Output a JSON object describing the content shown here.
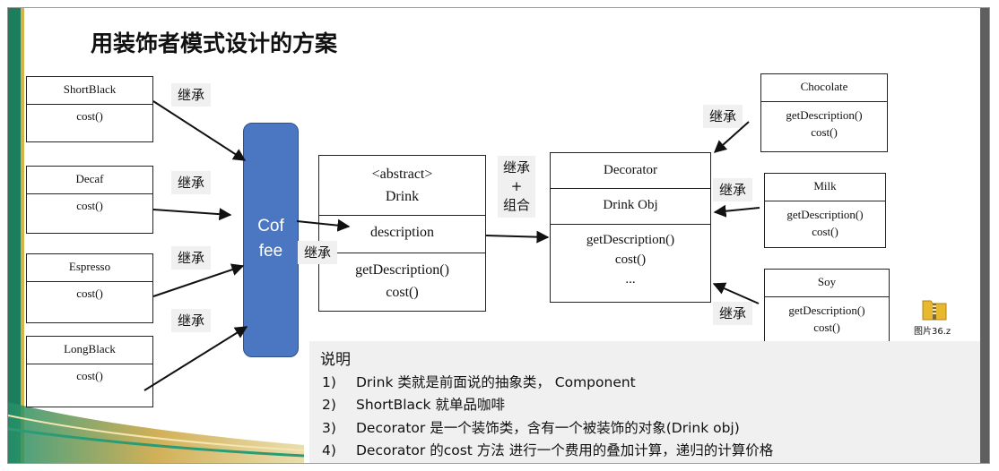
{
  "title": "用装饰者模式设计的方案",
  "left_classes": [
    {
      "name": "ShortBlack",
      "method": "cost()"
    },
    {
      "name": "Decaf",
      "method": "cost()"
    },
    {
      "name": "Espresso",
      "method": "cost()"
    },
    {
      "name": "LongBlack",
      "method": "cost()"
    }
  ],
  "inherit_label": "继承",
  "coffee": {
    "line1": "Cof",
    "line2": "fee"
  },
  "drink": {
    "stereotype": "<abstract>",
    "name": "Drink",
    "field": "description",
    "method1": "getDescription()",
    "method2": "cost()"
  },
  "inherit_combine": {
    "line1": "继承",
    "line2": "+",
    "line3": "组合"
  },
  "decorator": {
    "name": "Decorator",
    "field": "Drink Obj",
    "method1": "getDescription()",
    "method2": "cost()",
    "method3": "..."
  },
  "right_classes": [
    {
      "name": "Chocolate",
      "method1": "getDescription()",
      "method2": "cost()"
    },
    {
      "name": "Milk",
      "method1": "getDescription()",
      "method2": "cost()"
    },
    {
      "name": "Soy",
      "method1": "getDescription()",
      "method2": "cost()"
    }
  ],
  "notes": {
    "heading": "说明",
    "items": [
      {
        "num": "1)",
        "text": "Drink 类就是前面说的抽象类， Component"
      },
      {
        "num": "2)",
        "text": "ShortBlack 就单品咖啡"
      },
      {
        "num": "3)",
        "text": "Decorator 是一个装饰类，含有一个被装饰的对象(Drink obj)"
      },
      {
        "num": "4)",
        "text": "Decorator 的cost 方法 进行一个费用的叠加计算，递归的计算价格"
      }
    ]
  },
  "file_icon": {
    "icon": "zip-folder-icon",
    "label": "图片36.z"
  },
  "colors": {
    "coffee_fill": "#4a76c2",
    "label_bg": "#f0f0f0",
    "notes_bg": "#f0f0f0"
  }
}
